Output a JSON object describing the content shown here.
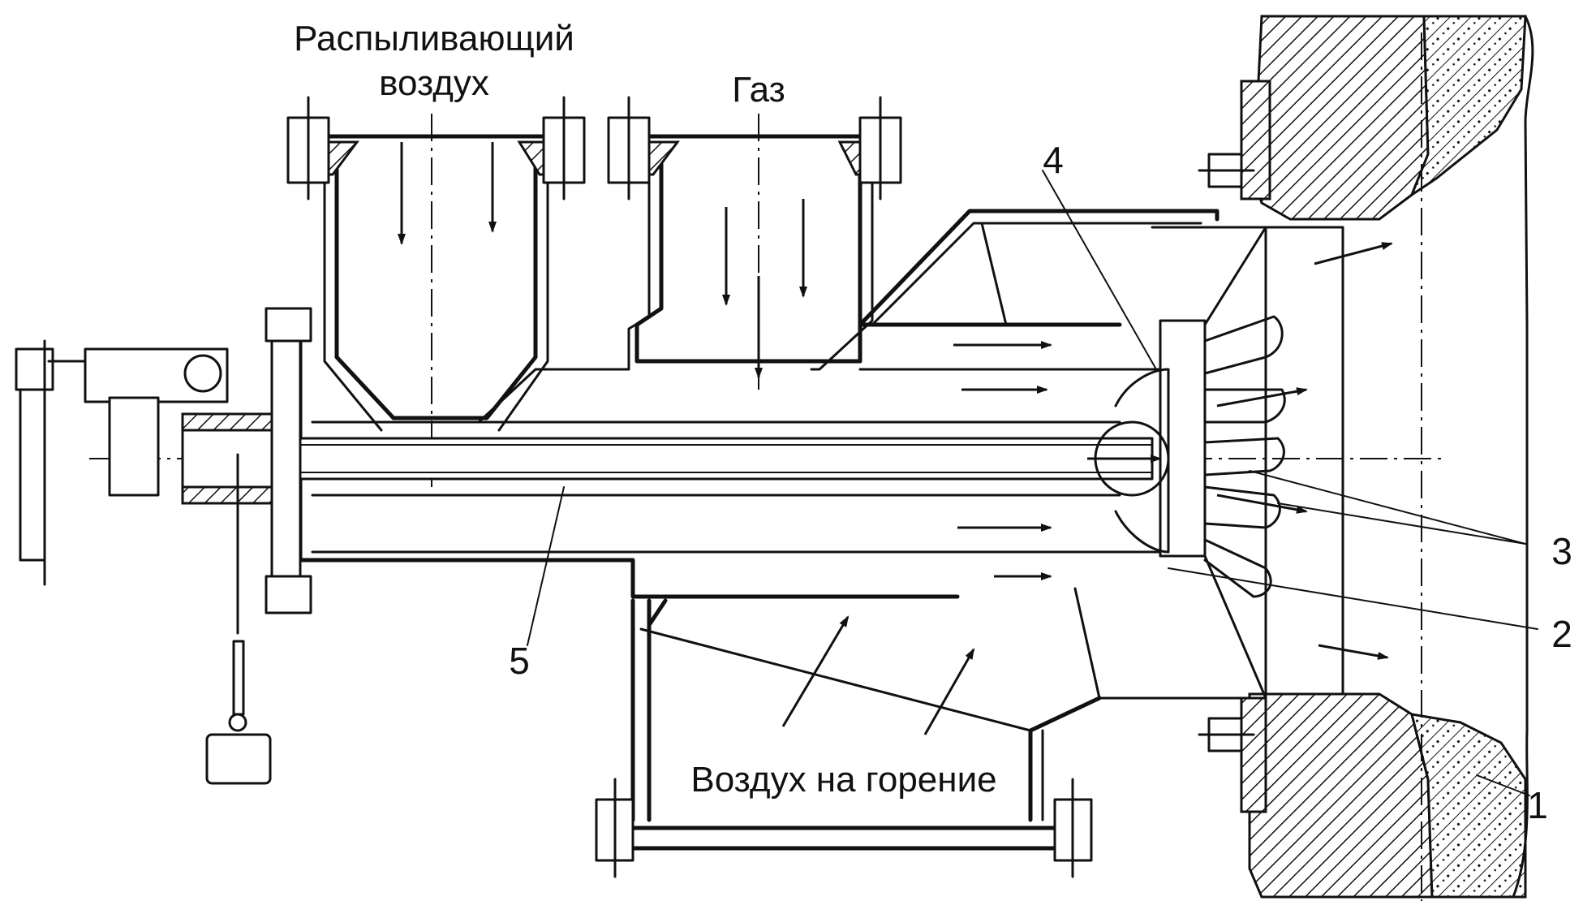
{
  "labels": {
    "atomizing_air": [
      "Распыливающий",
      "воздух"
    ],
    "gas": "Газ",
    "combustion_air": "Воздух на горение"
  },
  "callouts": [
    "1",
    "2",
    "3",
    "4",
    "5"
  ]
}
